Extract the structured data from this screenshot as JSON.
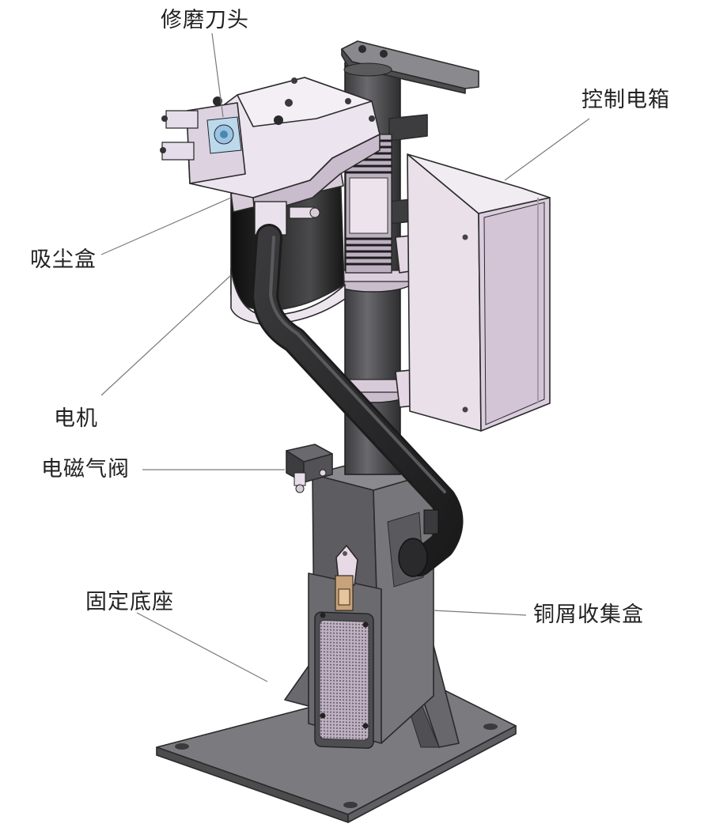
{
  "labels": {
    "grinding_head": "修磨刀头",
    "control_box": "控制电箱",
    "dust_box": "吸尘盒",
    "motor": "电机",
    "solenoid_valve": "电磁气阀",
    "fixed_base": "固定底座",
    "chip_box": "铜屑收集盒"
  },
  "colors": {
    "lavender_body": "#e6dbe8",
    "control_box_face": "#ddd0e0",
    "dark_grey": "#5e5e61",
    "black_motor": "#161616",
    "base_plate": "#7a7a7e",
    "leader_line": "#7a7a7a"
  }
}
